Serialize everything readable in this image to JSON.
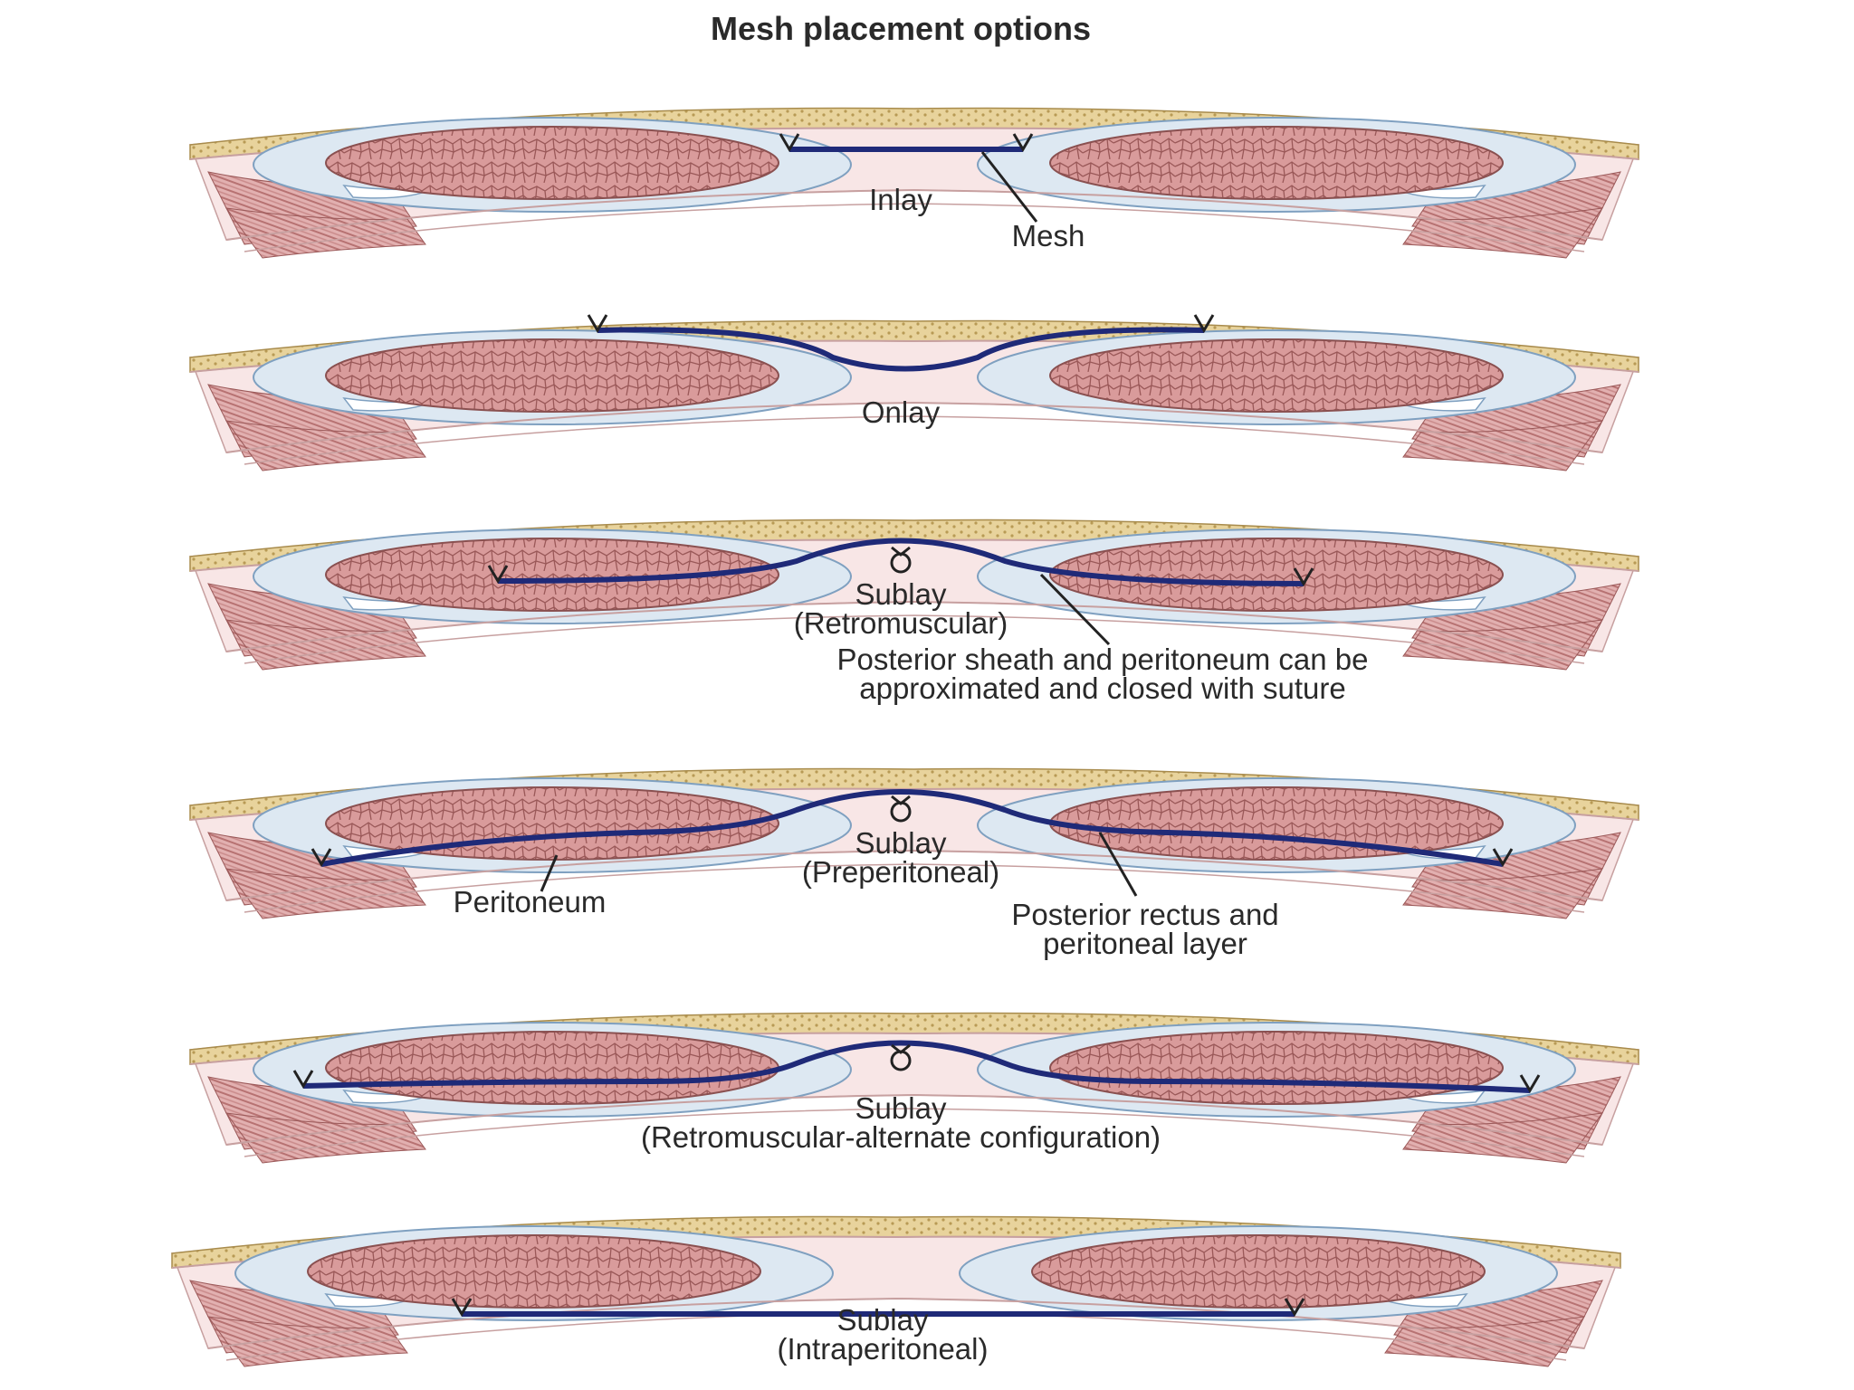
{
  "title": "Mesh placement options",
  "colors": {
    "fat": "#e8d39c",
    "fat_dots": "#b89a55",
    "muscle": "#d99b9b",
    "muscle_lines": "#9a5858",
    "muscle_stroke": "#8a5050",
    "sheath": "#dde8f2",
    "sheath_stroke": "#7fa0c0",
    "pink_tissue": "#f8e6e6",
    "lateral_muscle": "#c98a8a",
    "mesh": "#1f2a78",
    "leader": "#222222"
  },
  "panels": [
    {
      "key": "inlay",
      "labels": [
        "Inlay",
        "Mesh"
      ]
    },
    {
      "key": "onlay",
      "labels": [
        "Onlay"
      ]
    },
    {
      "key": "retromuscular",
      "labels": [
        "Sublay",
        "(Retromuscular)",
        "Posterior sheath and peritoneum can be",
        "approximated and closed with suture"
      ]
    },
    {
      "key": "preperitoneal",
      "labels": [
        "Sublay",
        "(Preperitoneal)",
        "Peritoneum",
        "Posterior rectus and",
        "peritoneal layer"
      ]
    },
    {
      "key": "retromuscular_alt",
      "labels": [
        "Sublay",
        "(Retromuscular-alternate configuration)"
      ]
    },
    {
      "key": "intraperitoneal",
      "labels": [
        "Sublay",
        "(Intraperitoneal)"
      ]
    }
  ]
}
